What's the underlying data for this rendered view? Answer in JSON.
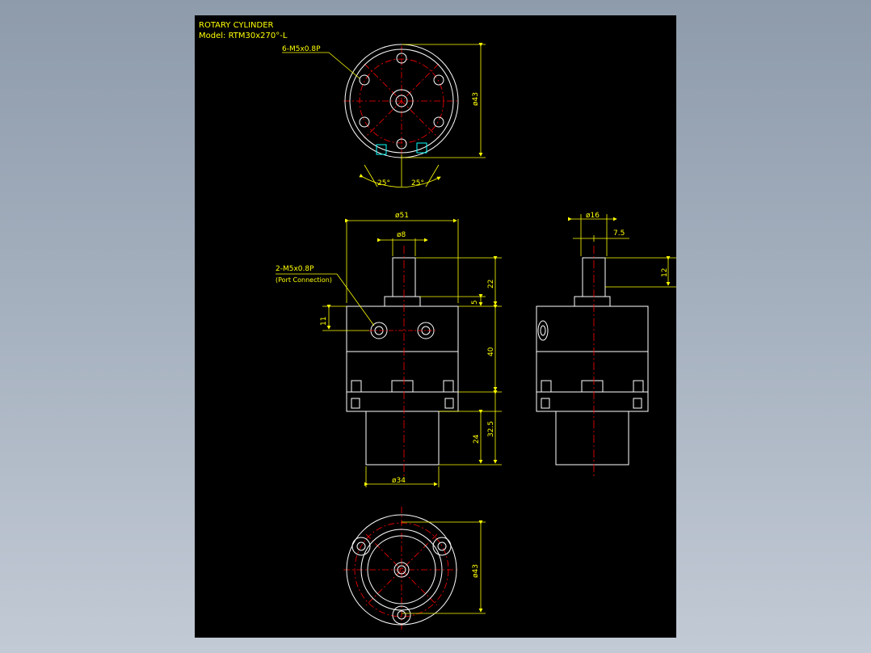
{
  "title_block": {
    "line1": "ROTARY CYLINDER",
    "line2": "Model: RTM30x270°-L"
  },
  "annotations": {
    "top_holes": "6-M5x0.8P",
    "port": "2-M5x0.8P",
    "port_sub": "(Port Connection)"
  },
  "dimensions": {
    "top_dia": "ø43",
    "angle_left": "25°",
    "angle_right": "25°",
    "body_dia": "ø51",
    "shaft_dia": "ø8",
    "shaft_len": "22",
    "collar": "5",
    "port_height": "11",
    "body_height": "40",
    "lower_total": "32.5",
    "lower_body": "24",
    "base_dia": "ø34",
    "side_shaft_dia": "ø16",
    "flat": "7.5",
    "flat_len": "12",
    "bottom_dia": "ø43"
  },
  "colors": {
    "background": "#000000",
    "outline": "#ffffff",
    "center": "#ff0000",
    "dimension": "#ffff00",
    "port_mark": "#00ffff"
  }
}
